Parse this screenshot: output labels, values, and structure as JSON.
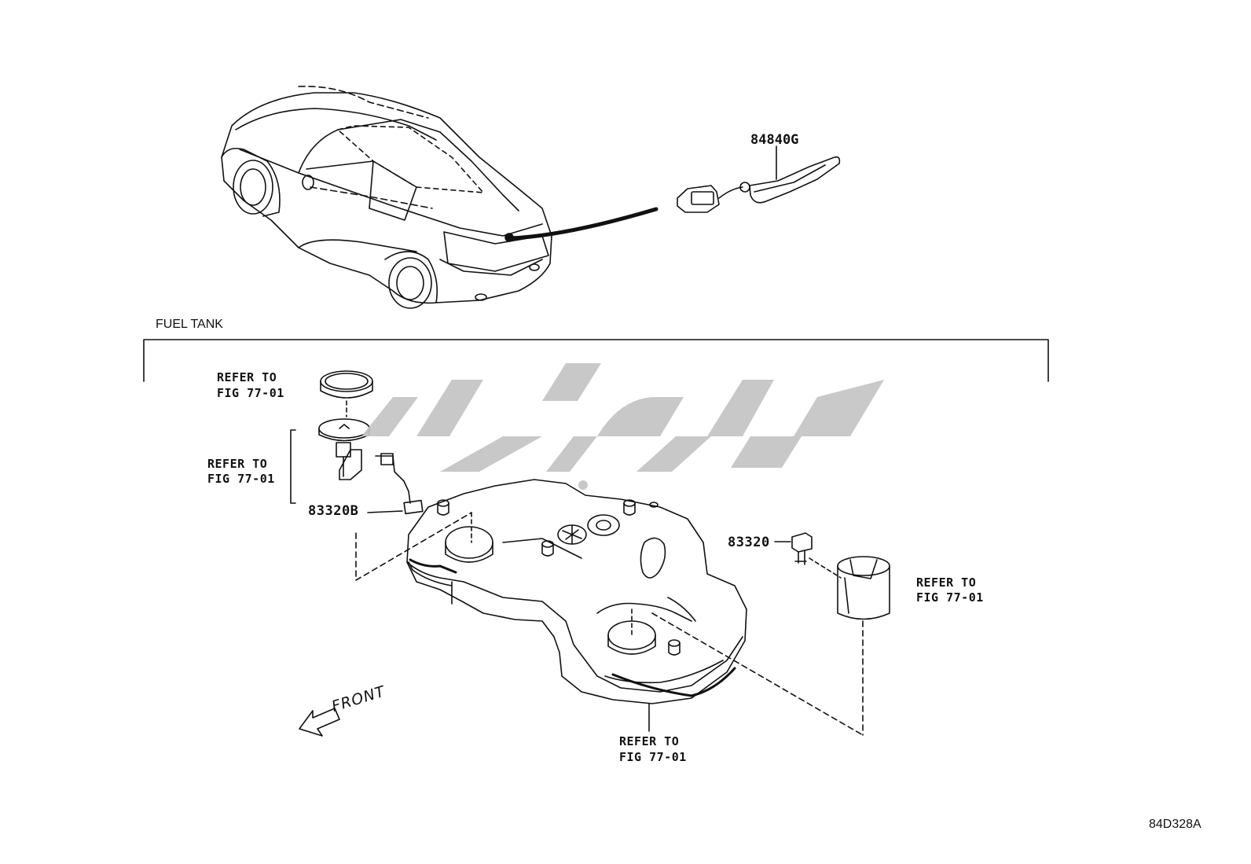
{
  "section": {
    "title": "FUEL TANK"
  },
  "callouts": {
    "part_84840G": "84840G",
    "part_83320B": "83320B",
    "part_83320": "83320",
    "refer_line1": "REFER TO",
    "refer_line2": "FIG 77-01"
  },
  "direction": {
    "label": "FRONT"
  },
  "diagram": {
    "code": "84D328A"
  },
  "colors": {
    "line": "#111111",
    "watermark": "#c4c4c4",
    "background": "#ffffff"
  }
}
